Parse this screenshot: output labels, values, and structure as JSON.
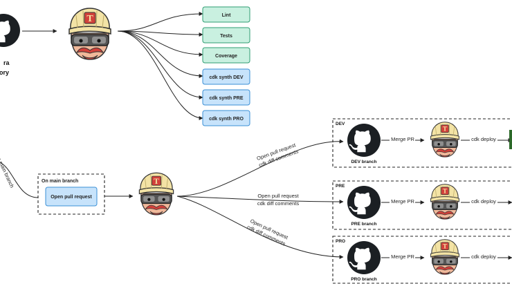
{
  "top_row": {
    "repo_label_line1": "ra",
    "repo_label_line2": "ory",
    "jobs": [
      "Lint",
      "Tests",
      "Coverage",
      "cdk synth DEV",
      "cdk synth PRE",
      "cdk synth PRO"
    ],
    "job_styles": [
      "green",
      "green",
      "green",
      "blue",
      "blue",
      "blue"
    ]
  },
  "bottom_row": {
    "side_edge_label": "on main branch",
    "main_group_title": "On main branch",
    "open_pr_box": "Open pull request",
    "edge_labels": [
      {
        "line1": "Open pull request",
        "line2": "cdk diff comments"
      },
      {
        "line1": "Open pull request",
        "line2": "cdk diff comments"
      },
      {
        "line1": "Open pull request",
        "line2": "cdk diff comments"
      }
    ],
    "environments": [
      {
        "name": "DEV",
        "branch": "DEV branch",
        "merge_label": "Merge PR",
        "deploy_label": "cdk deploy"
      },
      {
        "name": "PRE",
        "branch": "PRE branch",
        "merge_label": "Merge PR",
        "deploy_label": "cdk deploy"
      },
      {
        "name": "PRO",
        "branch": "PRO branch",
        "merge_label": "Merge PR",
        "deploy_label": "cdk deploy"
      }
    ]
  },
  "colors": {
    "green_fill": "#c9f0e0",
    "green_stroke": "#2e9c72",
    "blue_fill": "#c7e3fb",
    "blue_stroke": "#3a8fd6",
    "mascot_face": "#f0b89a",
    "mascot_hat": "#f3e3a5",
    "mascot_red": "#d1403a",
    "cutoff_bar": "#2d6a2a"
  }
}
